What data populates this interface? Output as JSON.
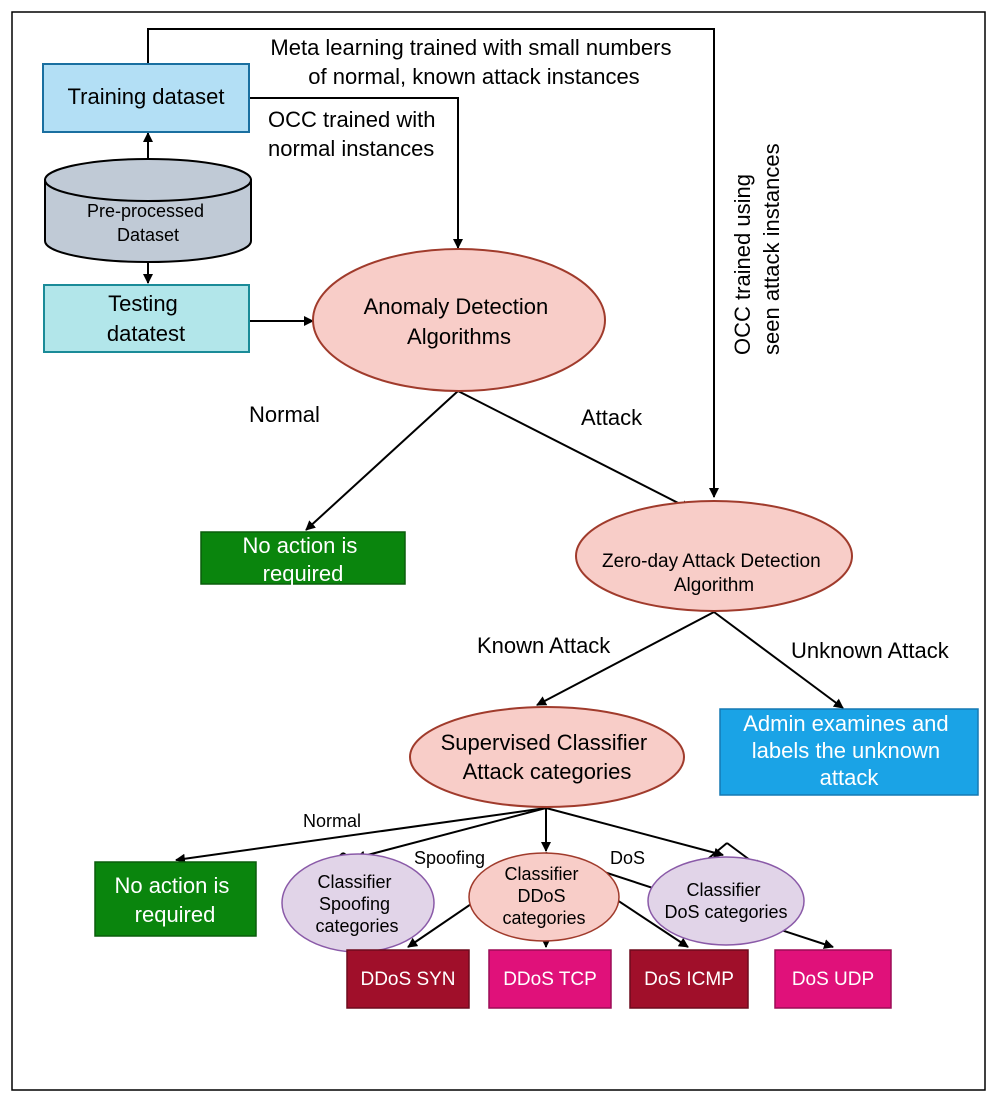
{
  "nodes": {
    "training": {
      "text": "Training dataset",
      "fill": "#b3dff5"
    },
    "dataset": {
      "lines": [
        "Pre-processed",
        "Dataset"
      ],
      "fill": "#c0cad6"
    },
    "testing": {
      "lines": [
        "Testing",
        "datatest"
      ],
      "fill": "#b2e6ea"
    },
    "anomaly": {
      "lines": [
        "Anomaly Detection",
        "Algorithms"
      ],
      "fill": "#f8cdc8"
    },
    "no_action_1": {
      "lines": [
        "No action is",
        "required"
      ],
      "fill": "#0a850d"
    },
    "zero_day": {
      "lines": [
        "Zero-day Attack Detection",
        "Algorithm"
      ],
      "fill": "#f8cdc8"
    },
    "supervised": {
      "lines": [
        "Supervised Classifier",
        "Attack categories"
      ],
      "fill": "#f8cdc8"
    },
    "admin": {
      "lines": [
        "Admin examines and",
        "labels the unknown",
        "attack"
      ],
      "fill": "#1aa3e6"
    },
    "no_action_2": {
      "lines": [
        "No action is",
        "required"
      ],
      "fill": "#0a850d"
    },
    "classifier_spoofing": {
      "lines": [
        "Classifier",
        "Spoofing",
        "categories"
      ],
      "fill": "#e1d4e8"
    },
    "classifier_ddos": {
      "lines": [
        "Classifier",
        "DDoS",
        "categories"
      ],
      "fill": "#f8cdc8"
    },
    "classifier_dos": {
      "lines": [
        "Classifier",
        "DoS categories"
      ],
      "fill": "#e1d4e8"
    },
    "ddos_syn": {
      "text": "DDoS SYN",
      "fill": "#a00f2a"
    },
    "ddos_tcp": {
      "text": "DDoS TCP",
      "fill": "#e0117a"
    },
    "dos_icmp": {
      "text": "DoS ICMP",
      "fill": "#a00f2a"
    },
    "dos_udp": {
      "text": "DoS UDP",
      "fill": "#e0117a"
    }
  },
  "edge_labels": {
    "meta_learning": [
      "Meta learning trained with small numbers",
      "of normal, known attack instances"
    ],
    "occ_normal": [
      "OCC trained with",
      "normal instances"
    ],
    "occ_seen": [
      "OCC trained using",
      "seen attack instances"
    ],
    "normal_1": "Normal",
    "attack": "Attack",
    "known_attack": "Known Attack",
    "unknown_attack": "Unknown Attack",
    "normal_2": "Normal",
    "spoofing": "Spoofing",
    "dos": "DoS"
  }
}
